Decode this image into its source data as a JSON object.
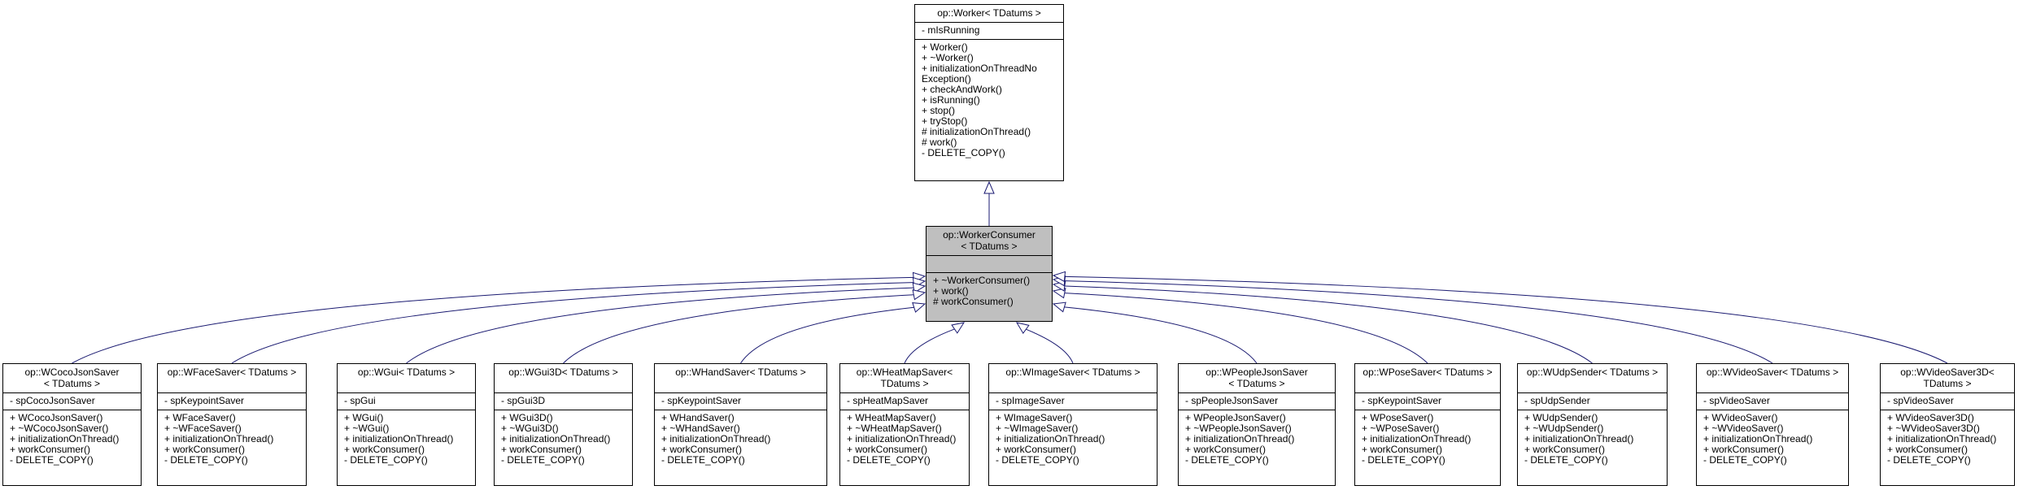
{
  "diagram": {
    "base": {
      "name": "op::Worker< TDatums >",
      "attributes": [
        "- mIsRunning"
      ],
      "operations": [
        "+ Worker()",
        "+ ~Worker()",
        "+ initializationOnThreadNo",
        "Exception()",
        "+ checkAndWork()",
        "+ isRunning()",
        "+ stop()",
        "+ tryStop()",
        "# initializationOnThread()",
        "# work()",
        "- DELETE_COPY()"
      ]
    },
    "middle": {
      "name_line1": "op::WorkerConsumer",
      "name_line2": "< TDatums >",
      "attributes": [],
      "operations": [
        "+ ~WorkerConsumer()",
        "+ work()",
        "# workConsumer()"
      ]
    },
    "children": [
      {
        "name_line1": "op::WCocoJsonSaver",
        "name_line2": "< TDatums >",
        "attribute": "- spCocoJsonSaver",
        "operations": [
          "+ WCocoJsonSaver()",
          "+ ~WCocoJsonSaver()",
          "+ initializationOnThread()",
          "+ workConsumer()",
          "- DELETE_COPY()"
        ]
      },
      {
        "name_line1": "op::WFaceSaver< TDatums >",
        "name_line2": "",
        "attribute": "- spKeypointSaver",
        "operations": [
          "+ WFaceSaver()",
          "+ ~WFaceSaver()",
          "+ initializationOnThread()",
          "+ workConsumer()",
          "- DELETE_COPY()"
        ]
      },
      {
        "name_line1": "op::WGui< TDatums >",
        "name_line2": "",
        "attribute": "- spGui",
        "operations": [
          "+ WGui()",
          "+ ~WGui()",
          "+ initializationOnThread()",
          "+ workConsumer()",
          "- DELETE_COPY()"
        ]
      },
      {
        "name_line1": "op::WGui3D< TDatums >",
        "name_line2": "",
        "attribute": "- spGui3D",
        "operations": [
          "+ WGui3D()",
          "+ ~WGui3D()",
          "+ initializationOnThread()",
          "+ workConsumer()",
          "- DELETE_COPY()"
        ]
      },
      {
        "name_line1": "op::WHandSaver< TDatums >",
        "name_line2": "",
        "attribute": "- spKeypointSaver",
        "operations": [
          "+ WHandSaver()",
          "+ ~WHandSaver()",
          "+ initializationOnThread()",
          "+ workConsumer()",
          "- DELETE_COPY()"
        ]
      },
      {
        "name_line1": "op::WHeatMapSaver<",
        "name_line2": "TDatums >",
        "attribute": "- spHeatMapSaver",
        "operations": [
          "+ WHeatMapSaver()",
          "+ ~WHeatMapSaver()",
          "+ initializationOnThread()",
          "+ workConsumer()",
          "- DELETE_COPY()"
        ]
      },
      {
        "name_line1": "op::WImageSaver< TDatums >",
        "name_line2": "",
        "attribute": "- spImageSaver",
        "operations": [
          "+ WImageSaver()",
          "+ ~WImageSaver()",
          "+ initializationOnThread()",
          "+ workConsumer()",
          "- DELETE_COPY()"
        ]
      },
      {
        "name_line1": "op::WPeopleJsonSaver",
        "name_line2": "< TDatums >",
        "attribute": "- spPeopleJsonSaver",
        "operations": [
          "+ WPeopleJsonSaver()",
          "+ ~WPeopleJsonSaver()",
          "+ initializationOnThread()",
          "+ workConsumer()",
          "- DELETE_COPY()"
        ]
      },
      {
        "name_line1": "op::WPoseSaver< TDatums >",
        "name_line2": "",
        "attribute": "- spKeypointSaver",
        "operations": [
          "+ WPoseSaver()",
          "+ ~WPoseSaver()",
          "+ initializationOnThread()",
          "+ workConsumer()",
          "- DELETE_COPY()"
        ]
      },
      {
        "name_line1": "op::WUdpSender< TDatums >",
        "name_line2": "",
        "attribute": "- spUdpSender",
        "operations": [
          "+ WUdpSender()",
          "+ ~WUdpSender()",
          "+ initializationOnThread()",
          "+ workConsumer()",
          "- DELETE_COPY()"
        ]
      },
      {
        "name_line1": "op::WVideoSaver< TDatums >",
        "name_line2": "",
        "attribute": "- spVideoSaver",
        "operations": [
          "+ WVideoSaver()",
          "+ ~WVideoSaver()",
          "+ initializationOnThread()",
          "+ workConsumer()",
          "- DELETE_COPY()"
        ]
      },
      {
        "name_line1": "op::WVideoSaver3D<",
        "name_line2": "TDatums >",
        "attribute": "- spVideoSaver",
        "operations": [
          "+ WVideoSaver3D()",
          "+ ~WVideoSaver3D()",
          "+ initializationOnThread()",
          "+ workConsumer()",
          "- DELETE_COPY()"
        ]
      }
    ],
    "edge_color": "#191970",
    "highlight_color": "#bfbfbf"
  }
}
